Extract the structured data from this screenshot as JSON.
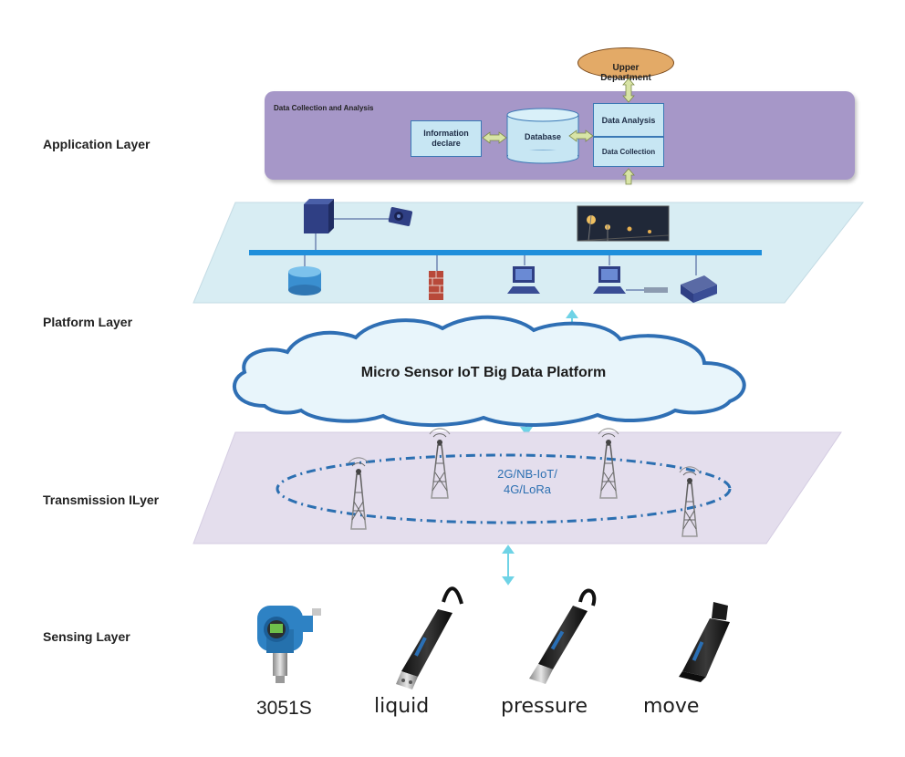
{
  "layers": {
    "application": "Application Layer",
    "platform": "Platform Layer",
    "transmission": "Transmission ILyer",
    "sensing": "Sensing Layer"
  },
  "application_panel": {
    "title": "Data Collection and Analysis",
    "information_declare": "Information\ndeclare",
    "database": "Database",
    "data_analysis": "Data Analysis",
    "data_collection": "Data Collection",
    "upper_department": "Upper\nDepartment"
  },
  "cloud": {
    "label": "Micro Sensor IoT Big Data Platform"
  },
  "network": {
    "label": "2G/NB-IoT/\n4G/LoRa"
  },
  "sensors": {
    "s1": "3051S",
    "s2": "liquid",
    "s3": "pressure",
    "s4": "move"
  },
  "colors": {
    "app_panel": "#a697c8",
    "platform_plane": "#d8edf3",
    "transmission_plane": "#e4deed",
    "network_ellipse": "#2b6fb1",
    "bus": "#1f8fdb",
    "upper_department": "#e3aa67",
    "connector": "#6fd3e6"
  }
}
